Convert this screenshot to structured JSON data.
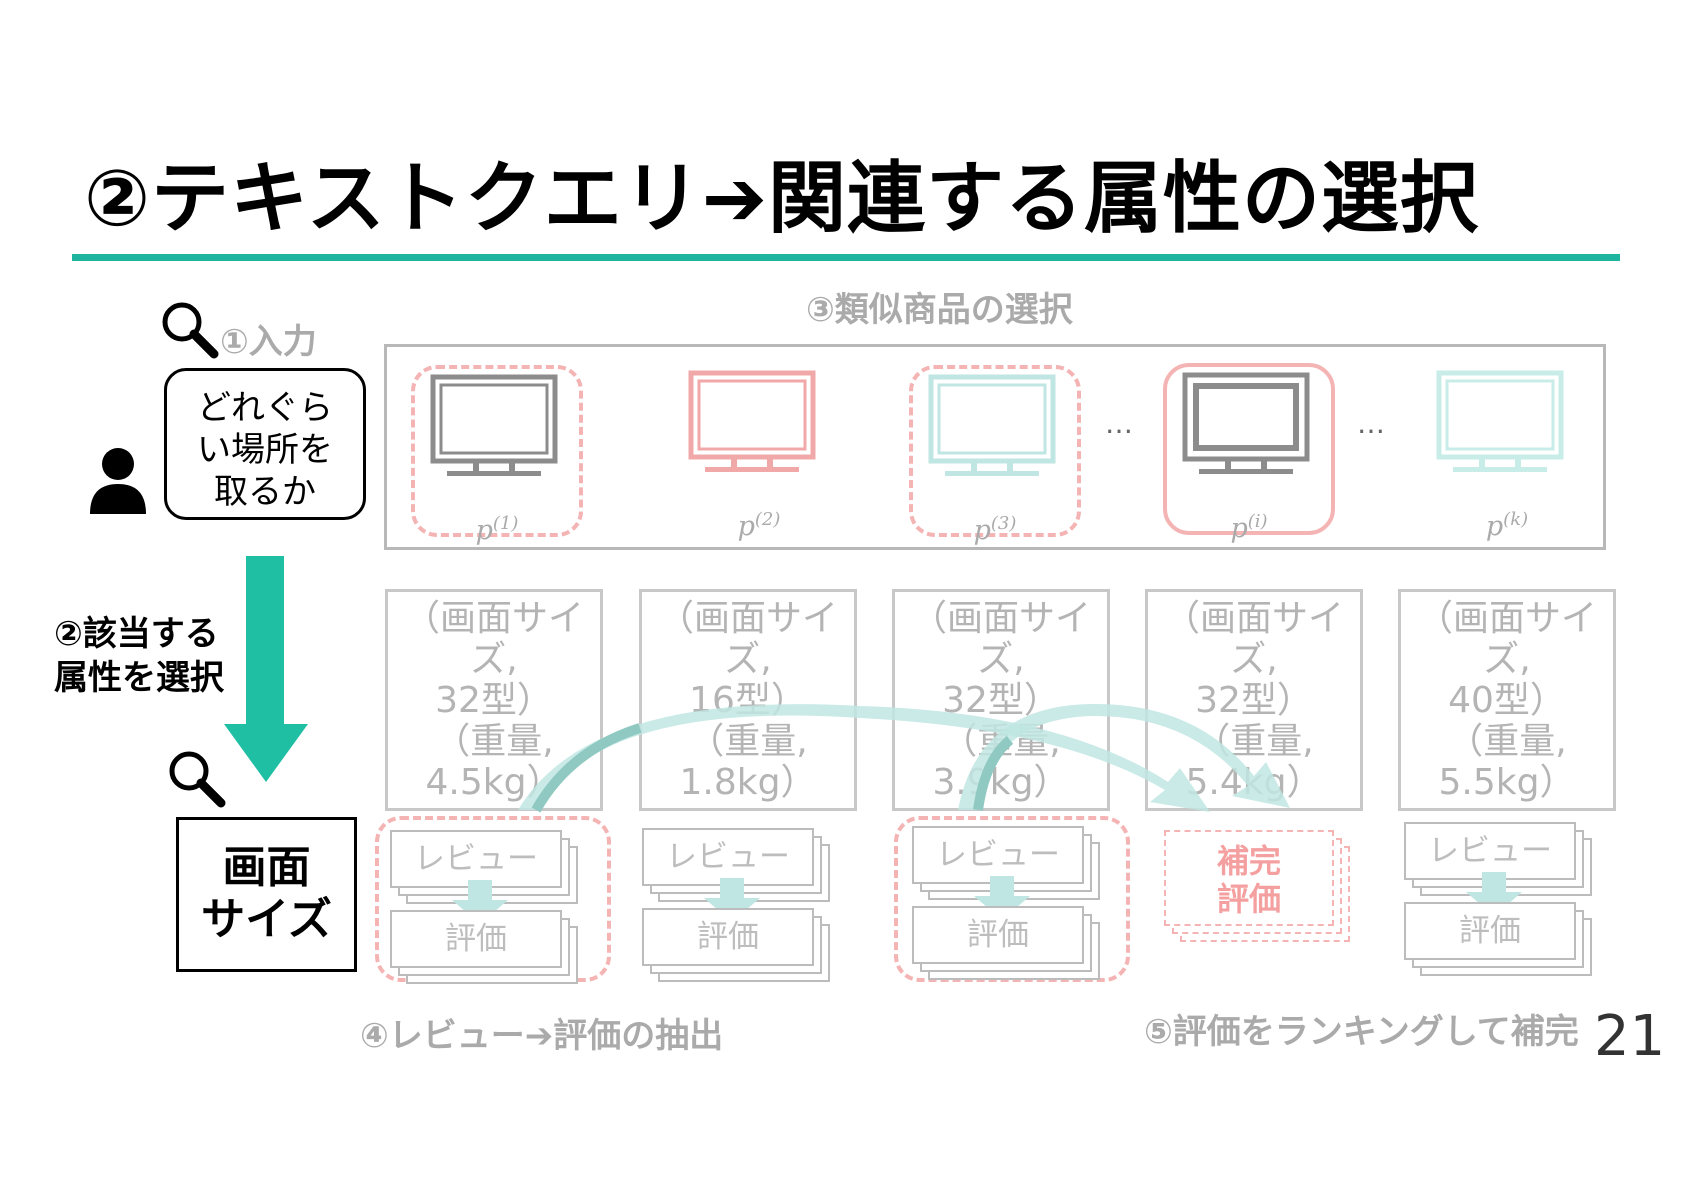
{
  "title": "②テキストクエリ➔関連する属性の選択",
  "colors": {
    "accent_teal": "#1fb4a0",
    "pink": "#f5b4b4",
    "gray": "#aaaaaa",
    "light_teal": "#bfe6e2"
  },
  "step1_label": "①入力",
  "query_text": "どれぐら\nい場所を\n取るか",
  "step2_label": "②該当する\n属性を選択",
  "selected_attribute": "画面\nサイズ",
  "step3_label": "③類似商品の選択",
  "products": [
    {
      "base": "p",
      "sup": "(1)"
    },
    {
      "base": "p",
      "sup": "(2)"
    },
    {
      "base": "p",
      "sup": "(3)"
    },
    {
      "base": "p",
      "sup": "(i)"
    },
    {
      "base": "p",
      "sup": "(k)"
    }
  ],
  "ellipsis": "…",
  "attributes": [
    "（画面サイズ,\n32型）\n（重量,\n4.5kg）\n…",
    "（画面サイズ,\n16型）\n（重量,\n1.8kg）\n…",
    "（画面サイズ,\n32型）\n（重量,\n3.9kg）\n…",
    "（画面サイズ,\n32型）\n（重量,\n5.4kg）\n…",
    "（画面サイズ,\n40型）\n（重量,\n5.5kg）\n…"
  ],
  "review_label": "レビュー",
  "rating_label": "評価",
  "complement_label": "補完\n評価",
  "step4_label": "④レビュー➔評価の抽出",
  "step5_label": "⑤評価をランキングして補完",
  "page_number": "21"
}
